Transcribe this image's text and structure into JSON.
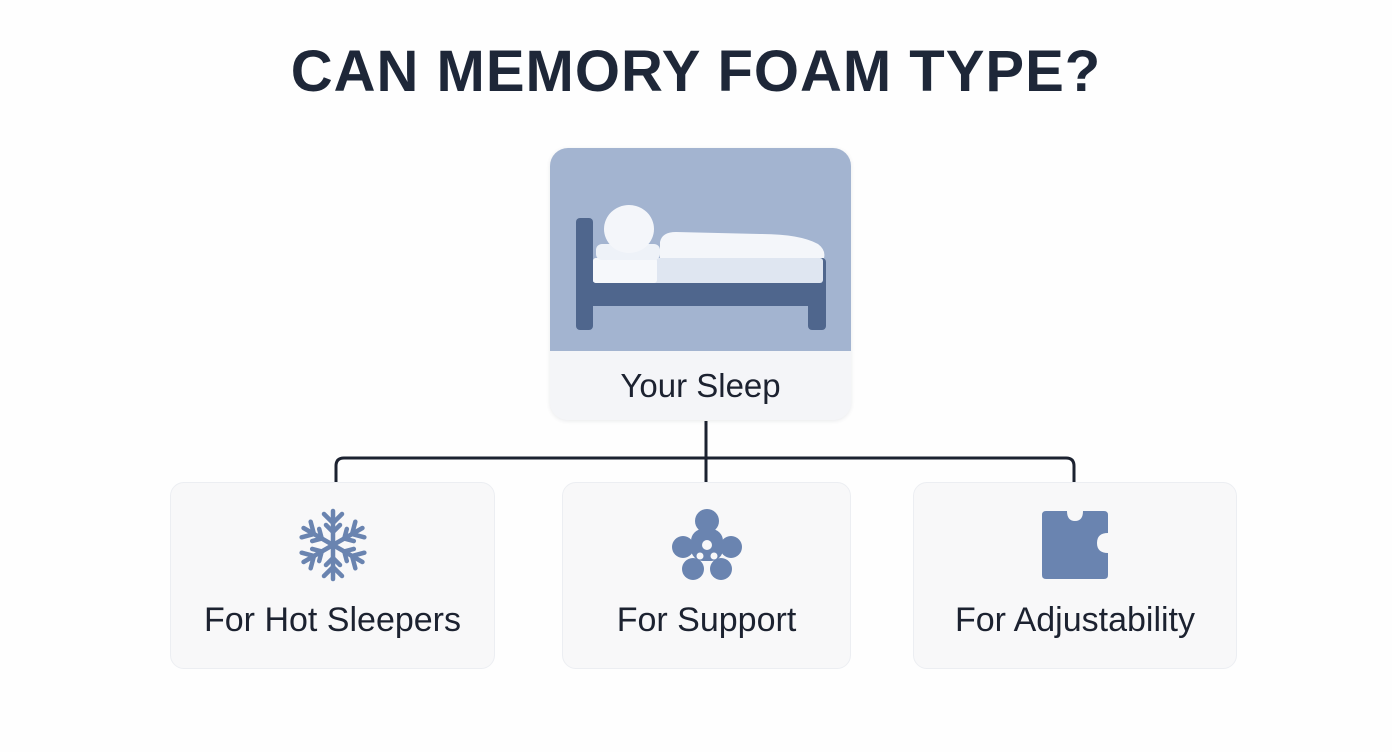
{
  "title": "CAN MEMORY FOAM TYPE?",
  "root": {
    "label": "Your Sleep",
    "icon": "bed-sleeper-icon"
  },
  "children": [
    {
      "label": "For Hot Sleepers",
      "icon": "snowflake-icon"
    },
    {
      "label": "For Support",
      "icon": "gingerbread-figure-icon"
    },
    {
      "label": "For Adjustability",
      "icon": "puzzle-piece-icon"
    }
  ],
  "colors": {
    "title_text": "#1e2738",
    "illustration_bg": "#a3b4d0",
    "icon_blue": "#6a84b0",
    "bed_frame": "#4f668d",
    "connector_line": "#1c2230",
    "card_bg": "#f8f8f9"
  }
}
